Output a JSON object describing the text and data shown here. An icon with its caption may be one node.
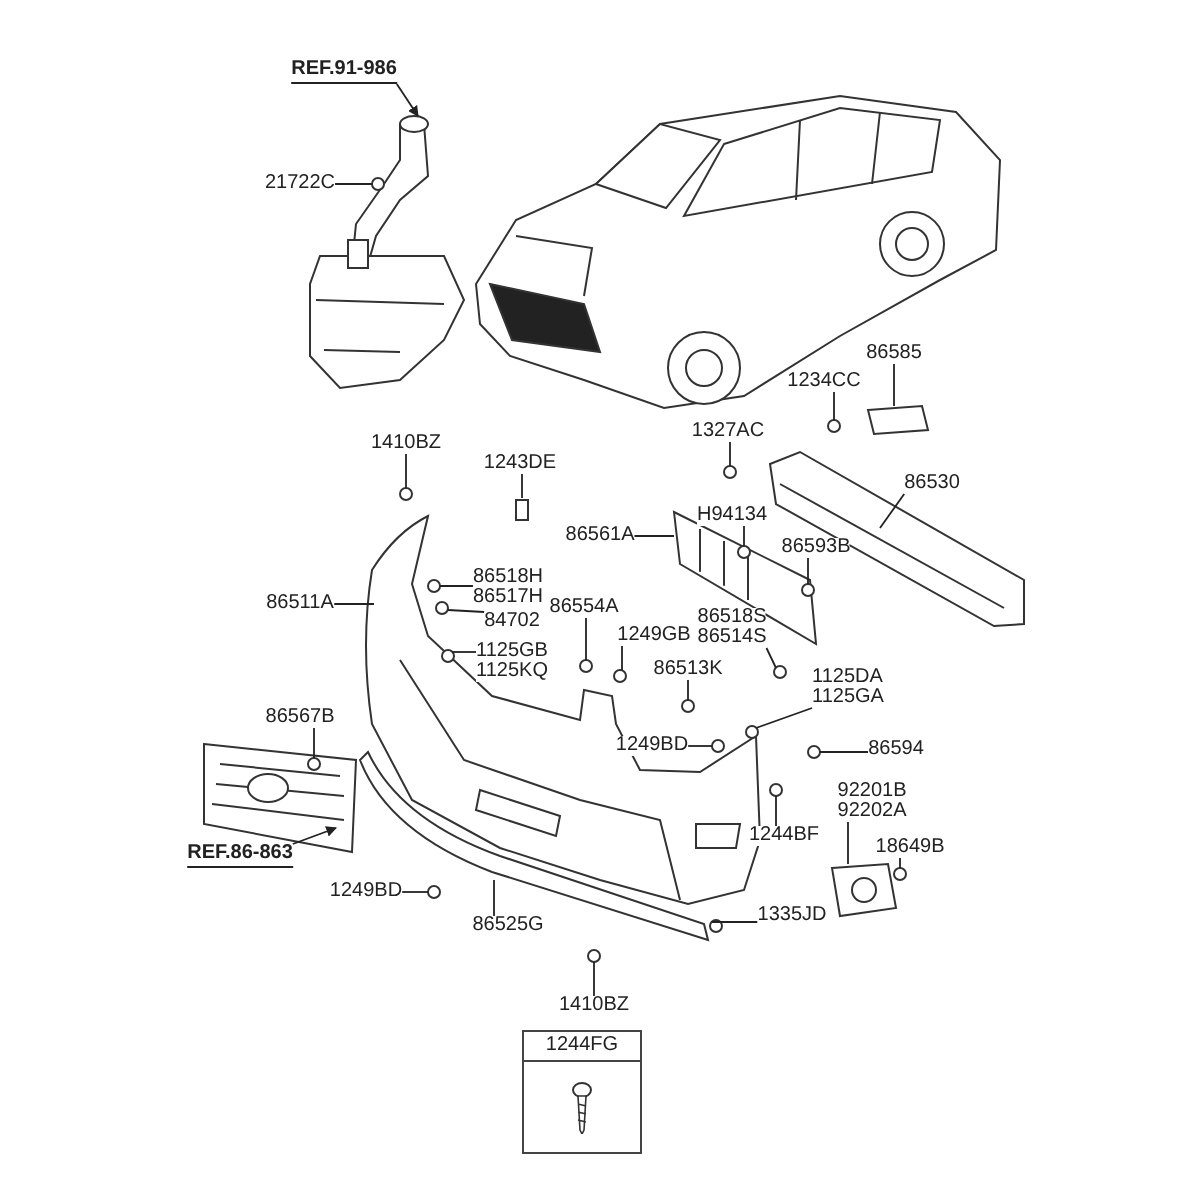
{
  "diagram": {
    "nodes": [
      {
        "text": [
          "REF.91-986"
        ]
      },
      {
        "text": [
          "21722C"
        ]
      },
      {
        "text": [
          "86585"
        ]
      },
      {
        "text": [
          "1234CC"
        ]
      },
      {
        "text": [
          "1327AC"
        ]
      },
      {
        "text": [
          "1410BZ"
        ]
      },
      {
        "text": [
          "1243DE"
        ]
      },
      {
        "text": [
          "86530"
        ]
      },
      {
        "text": [
          "H94134"
        ]
      },
      {
        "text": [
          "86561A"
        ]
      },
      {
        "text": [
          "86593B"
        ]
      },
      {
        "text": [
          "86518H",
          "86517H"
        ]
      },
      {
        "text": [
          "86511A"
        ]
      },
      {
        "text": [
          "84702"
        ]
      },
      {
        "text": [
          "86554A"
        ]
      },
      {
        "text": [
          "86518S",
          "86514S"
        ]
      },
      {
        "text": [
          "1249GB"
        ]
      },
      {
        "text": [
          "1125GB",
          "1125KQ"
        ]
      },
      {
        "text": [
          "86513K"
        ]
      },
      {
        "text": [
          "1125DA",
          "1125GA"
        ]
      },
      {
        "text": [
          "86594"
        ]
      },
      {
        "text": [
          "86567B"
        ]
      },
      {
        "text": [
          "1249BD"
        ]
      },
      {
        "text": [
          "92201B",
          "92202A"
        ]
      },
      {
        "text": [
          "1244BF"
        ]
      },
      {
        "text": [
          "18649B"
        ]
      },
      {
        "text": [
          "REF.86-863"
        ]
      },
      {
        "text": [
          "1249BD"
        ]
      },
      {
        "text": [
          "1335JD"
        ]
      },
      {
        "text": [
          "86525G"
        ]
      },
      {
        "text": [
          "1410BZ"
        ]
      },
      {
        "text": [
          "1244FG"
        ]
      }
    ],
    "edges": [
      {
        "from": 0,
        "to": null,
        "arrow": "to"
      },
      {
        "from": 1,
        "to": null,
        "arrow": "none"
      },
      {
        "from": 2,
        "to": null,
        "arrow": "none"
      },
      {
        "from": 3,
        "to": null,
        "arrow": "none"
      },
      {
        "from": 4,
        "to": null,
        "arrow": "none"
      },
      {
        "from": 5,
        "to": null,
        "arrow": "none"
      },
      {
        "from": 6,
        "to": null,
        "arrow": "none"
      },
      {
        "from": 7,
        "to": null,
        "arrow": "none"
      },
      {
        "from": 8,
        "to": null,
        "arrow": "none"
      },
      {
        "from": 9,
        "to": null,
        "arrow": "none"
      },
      {
        "from": 10,
        "to": null,
        "arrow": "none"
      },
      {
        "from": 11,
        "to": null,
        "arrow": "none"
      },
      {
        "from": 12,
        "to": null,
        "arrow": "none"
      },
      {
        "from": 13,
        "to": null,
        "arrow": "none"
      },
      {
        "from": 14,
        "to": null,
        "arrow": "none"
      },
      {
        "from": 15,
        "to": null,
        "arrow": "none"
      },
      {
        "from": 16,
        "to": null,
        "arrow": "none"
      },
      {
        "from": 17,
        "to": null,
        "arrow": "none"
      },
      {
        "from": 18,
        "to": null,
        "arrow": "none"
      },
      {
        "from": 19,
        "to": null,
        "arrow": "none"
      },
      {
        "from": 20,
        "to": null,
        "arrow": "none"
      },
      {
        "from": 21,
        "to": null,
        "arrow": "none"
      },
      {
        "from": 22,
        "to": null,
        "arrow": "none"
      },
      {
        "from": 23,
        "to": null,
        "arrow": "none"
      },
      {
        "from": 24,
        "to": null,
        "arrow": "none"
      },
      {
        "from": 25,
        "to": null,
        "arrow": "none"
      },
      {
        "from": 26,
        "to": null,
        "arrow": "to"
      },
      {
        "from": 27,
        "to": null,
        "arrow": "none"
      },
      {
        "from": 28,
        "to": null,
        "arrow": "none"
      },
      {
        "from": 29,
        "to": null,
        "arrow": "none"
      },
      {
        "from": 30,
        "to": null,
        "arrow": "none"
      }
    ]
  }
}
